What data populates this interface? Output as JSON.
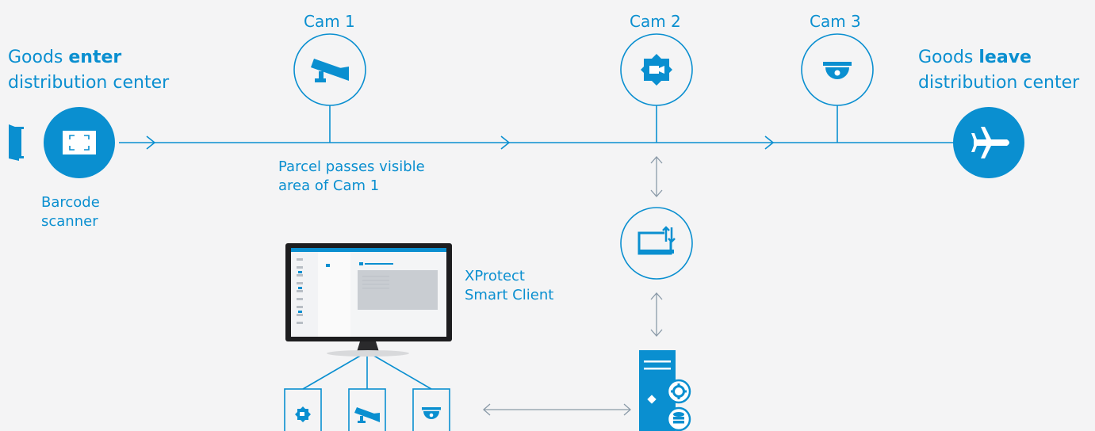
{
  "entry": {
    "title_prefix": "Goods ",
    "title_bold": "enter",
    "title_line2": "distribution center",
    "scanner_line1": "Barcode",
    "scanner_line2": "scanner"
  },
  "exit": {
    "title_prefix": "Goods ",
    "title_bold": "leave",
    "title_line2": "distribution center"
  },
  "cameras": [
    {
      "label": "Cam 1",
      "icon": "bullet-camera-icon"
    },
    {
      "label": "Cam 2",
      "icon": "ptz-camera-icon"
    },
    {
      "label": "Cam 3",
      "icon": "dome-camera-icon"
    }
  ],
  "annotation": {
    "line1": "Parcel passes visible",
    "line2": "area of Cam 1"
  },
  "client": {
    "line1": "XProtect",
    "line2": "Smart Client"
  },
  "colors": {
    "accent": "#0a8fd0",
    "background": "#f4f4f5",
    "monitor": "#1d1d1f",
    "arrow_gray": "#8a9aa8"
  }
}
